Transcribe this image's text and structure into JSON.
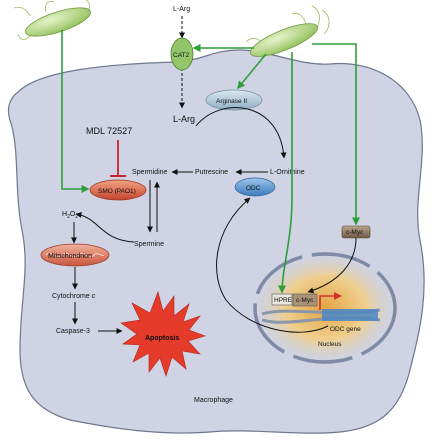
{
  "labels": {
    "l_arg_top": "L-Arg",
    "cat2": "CAT2",
    "arginase": "Arginase II",
    "l_arg": "L-Arg",
    "mdl": "MDL 72527",
    "spermidine": "Spermidine",
    "putrescine": "Putrescine",
    "l_ornithine": "L-Ornithine",
    "odc": "ODC",
    "smo": "SMO (PAO1)",
    "h2o2_base": "H",
    "h2o2_sub1": "2",
    "h2o2_mid": "O",
    "h2o2_sub2": "2",
    "spermine": "Spermine",
    "mito": "Mitochondrion",
    "cyt_base": "Cytochrome ",
    "cyt_c": "c",
    "caspase": "Caspase-3",
    "apoptosis": "Apoptosis",
    "cmyc_cyto": "c-Myc",
    "hpre": "HPRE",
    "cmyc_nuc": "c-Myc",
    "odc_gene": "ODC gene",
    "nucleus": "Nucleus",
    "macrophage": "Macrophage"
  },
  "colors": {
    "cell_fill": "#cfd3e3",
    "cell_stroke": "#6f7690",
    "green_arrow": "#2e9e3a",
    "inhibitor": "#c8232c",
    "bacteria": "#a8cf6e",
    "nucleus_glow": "#e8b65a",
    "apoptosis": "#e53b2a",
    "smo_fill": "#d2553b",
    "odc_fill": "#4f90c9",
    "cmyc_fill": "#7f6b55",
    "arginase_fill": "#a9c3d4",
    "cat2_fill": "#93c66b"
  }
}
